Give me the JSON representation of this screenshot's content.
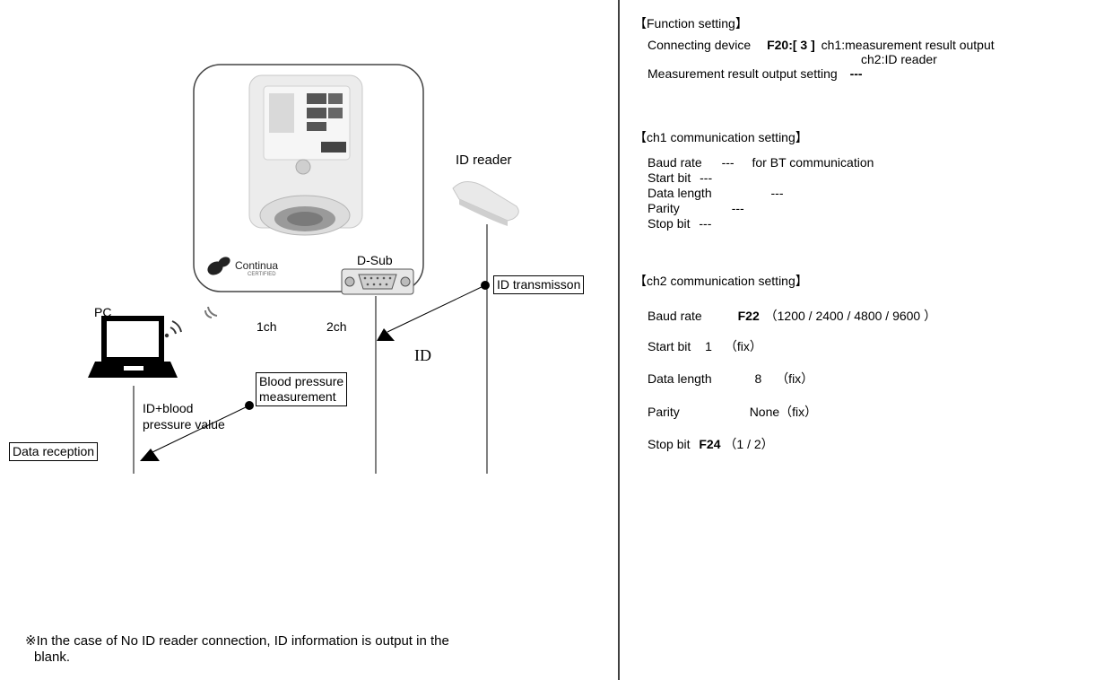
{
  "diagram": {
    "id_reader_label": "ID reader",
    "dsub_label": "D-Sub",
    "pc_label": "PC",
    "ch1_label": "1ch",
    "ch2_label": "2ch",
    "id_label": "ID",
    "id_transmission_box": "ID transmisson",
    "bp_measurement_box_line1": "Blood pressure",
    "bp_measurement_box_line2": "measurement",
    "id_bp_value_line1": "ID+blood",
    "id_bp_value_line2": "pressure value",
    "data_reception_box": "Data reception",
    "logo_text": "Continua",
    "logo_sub": "CERTIFIED",
    "footnote_line1": "※In the case of No ID reader connection, ID information is output in the",
    "footnote_line2": "blank."
  },
  "settings": {
    "function_title": "【Function setting】",
    "connecting_device_label": "Connecting device",
    "connecting_device_code": "F20:[ 3 ]",
    "connecting_device_ch1": "ch1:measurement result output",
    "connecting_device_ch2": "ch2:ID reader",
    "measurement_output_label": "Measurement result output setting",
    "measurement_output_value": "---",
    "ch1_title": "【ch1 communication setting】",
    "ch1_baud_label": "Baud rate",
    "ch1_baud_value": "---",
    "ch1_baud_note": "for BT communication",
    "ch1_start_label": "Start bit",
    "ch1_start_value": "---",
    "ch1_length_label": "Data length",
    "ch1_length_value": "---",
    "ch1_parity_label": "Parity",
    "ch1_parity_value": "---",
    "ch1_stop_label": "Stop bit",
    "ch1_stop_value": "---",
    "ch2_title": "【ch2 communication setting】",
    "ch2_baud_label": "Baud rate",
    "ch2_baud_code": "F22",
    "ch2_baud_options": "（1200 / 2400 / 4800 / 9600 ）",
    "ch2_start_label": "Start bit",
    "ch2_start_value": "1",
    "ch2_start_note": "（fix）",
    "ch2_length_label": "Data length",
    "ch2_length_value": "8",
    "ch2_length_note": "（fix）",
    "ch2_parity_label": "Parity",
    "ch2_parity_value": "None（fix）",
    "ch2_stop_label": "Stop bit",
    "ch2_stop_code": "F24",
    "ch2_stop_options": "（1 / 2）"
  }
}
